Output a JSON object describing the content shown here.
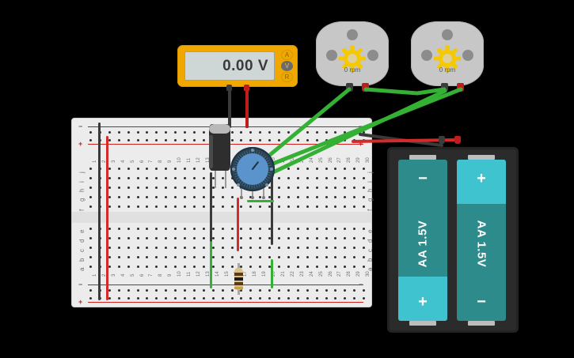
{
  "workspace": {
    "background": "#000000",
    "app": "circuit-simulator-canvas"
  },
  "multimeter": {
    "name": "multimeter",
    "display_value": "0.00 V",
    "body_color": "#f0a800",
    "screen_color": "#cfd6d6",
    "modes": [
      {
        "label": "A",
        "selected": false
      },
      {
        "label": "V",
        "selected": true
      },
      {
        "label": "R",
        "selected": false
      }
    ],
    "probes": [
      {
        "name": "negative-probe",
        "color": "#3a3a3a"
      },
      {
        "name": "positive-probe",
        "color": "#c01c1c"
      }
    ]
  },
  "motors": [
    {
      "name": "dc-motor-1",
      "rpm_label": "0 rpm",
      "body_color": "#c7c7c7",
      "gear_color": "#f5c800",
      "terminals": [
        {
          "name": "motor-1-negative-terminal",
          "color": "#3c3c3c"
        },
        {
          "name": "motor-1-positive-terminal",
          "color": "#c01c1c"
        }
      ]
    },
    {
      "name": "dc-motor-2",
      "rpm_label": "0 rpm",
      "body_color": "#c7c7c7",
      "gear_color": "#f5c800",
      "terminals": [
        {
          "name": "motor-2-negative-terminal",
          "color": "#3c3c3c"
        },
        {
          "name": "motor-2-positive-terminal",
          "color": "#c01c1c"
        }
      ]
    }
  ],
  "battery_pack": {
    "name": "aa-battery-holder-2x",
    "holder_color": "#2b2b2b",
    "cells": [
      {
        "name": "battery-cell-left",
        "label": "AA 1.5V",
        "top_terminal": "−",
        "bottom_terminal": "+",
        "body_color": "#2e8b8b",
        "cap_color": "#3fc4cf"
      },
      {
        "name": "battery-cell-right",
        "label": "AA 1.5V",
        "top_terminal": "+",
        "bottom_terminal": "−",
        "body_color": "#2e8b8b",
        "cap_color": "#3fc4cf"
      }
    ],
    "leads": [
      {
        "name": "battery-negative-lead",
        "color": "#3a3a3a"
      },
      {
        "name": "battery-positive-lead",
        "color": "#d42a2a"
      }
    ]
  },
  "breadboard": {
    "name": "breadboard-full-plus",
    "body_color": "#ececec",
    "rail_symbols": {
      "negative": "−",
      "positive": "+"
    },
    "rail_colors": {
      "negative": "#4a4a4a",
      "positive": "#cf2020"
    },
    "columns": [
      1,
      2,
      3,
      4,
      5,
      6,
      7,
      8,
      9,
      10,
      11,
      12,
      13,
      14,
      15,
      16,
      17,
      18,
      19,
      20,
      21,
      22,
      23,
      24,
      25,
      26,
      27,
      28,
      29,
      30
    ],
    "rows_top": [
      "j",
      "i",
      "h",
      "g",
      "f"
    ],
    "rows_bottom": [
      "e",
      "d",
      "c",
      "b",
      "a"
    ]
  },
  "components": {
    "capacitor": {
      "name": "electrolytic-capacitor",
      "body_color": "#2e2e2e",
      "top_color": "#b9b9b9",
      "stripe_color": "#4a4a4a"
    },
    "potentiometer": {
      "name": "potentiometer",
      "knob_color": "#5b94cc",
      "ring_color": "#2b4458",
      "pointer_angle_deg": 38
    },
    "resistor": {
      "name": "resistor",
      "body_color": "#dcc08a",
      "bands": [
        "#5a3a18",
        "#1a1a1a",
        "#5a3a18",
        "#c8a23a"
      ]
    }
  },
  "wires": {
    "colors": {
      "black": "#3a3a3a",
      "red": "#d42a2a",
      "green": "#34b034"
    }
  }
}
